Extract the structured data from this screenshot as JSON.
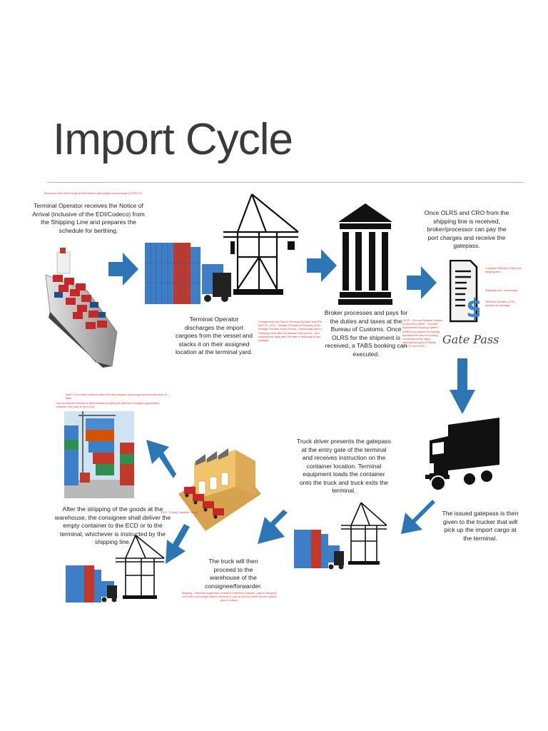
{
  "title": "Import Cycle",
  "colors": {
    "arrow": "#2d76b5",
    "red_note": "#e53935",
    "title": "#3a3a3a"
  },
  "steps": {
    "arrival": {
      "caption": "Terminal Operator receives the Notice of Arrival (inclusive of the EDI/Codeco) from the Shipping Line and prepares the schedule for berthing.",
      "note_left": "Electronic Data Interchange (EDI)",
      "note_right": "Container gate-in/gate-out message (CODECO)"
    },
    "discharge": {
      "caption": "Terminal Operator discharges the import cargoes from the vessel and stacks it on their assigned location at the terminal yard.",
      "note": "Storage Fees are Paid to Terminal Operator and PPA (MICTS - ATI)... Storage Fee paid to Shipping Lines... Storage Fee after Entry of entry... Demurrage paid to Shipping Lines after the standard free period... and shipping free days after the date of discharge of last package..."
    },
    "broker": {
      "caption": "Broker processes and pays for the duties and taxes at the Bureau of Customs. Once OLRS for the shipment is received, a TABS booking can executed.",
      "note": "OLRS - On-Line Release System (From BOC) TABS - Terminal Appointment Booking System (TABS) is a system for booking appointment slots for trucking companies at the major international ports of Manila (MICTS and POM)"
    },
    "gatepass": {
      "caption": "Once OLRS and CRO from the shipping line is received, broker/processor can pay the port charges and receive the gatepass.",
      "label": "Gate Pass",
      "notes": [
        "Container Release Order from shipping line",
        "Shipping Line - demurrage",
        "Terminal Operator (CTS) - arrastre and storage"
      ]
    },
    "trucker": {
      "caption": "The issued gatepass is then given to the trucker that will pick up the import cargo at the terminal."
    },
    "gate_entry": {
      "caption": "Truck driver presents the gatepass at the entry gate of the terminal and receives instruction on the container location. Terminal equipment loads the container onto the truck and truck exits the terminal."
    },
    "warehouse": {
      "caption": "The truck will then proceed to the warehouse of the consignee/forwarder.",
      "note_ecd": "ECD - Empty Container Depot",
      "note_bottom": "Shipping - reducing usage from container Detention Charges - paid to Shipping Line when not brought back to terminal or pick up at ECD within the free period (usu 3-5 days)"
    },
    "return": {
      "caption": "After the stripping of the goods at the warehouse, the consignee shall deliver the empty container to the ECD or to the terminal, whichever is instructed by the shipping line.",
      "note_1": "Not CY for empty container return but also shipped demurrage and detention fees GL - ease",
      "note_2": "Can we ship the containers itself instead of paying the detention charges? (applicable) container over yard at the ECDs"
    }
  },
  "icons": [
    "arrow-right-icon",
    "arrow-down-icon",
    "arrow-down-left-icon",
    "arrow-left-icon",
    "arrow-up-left-icon",
    "bank-icon",
    "document-dollar-icon",
    "truck-icon",
    "cargo-ship-icon",
    "gantry-crane-icon",
    "container-stack-icon",
    "warehouse-icon"
  ]
}
